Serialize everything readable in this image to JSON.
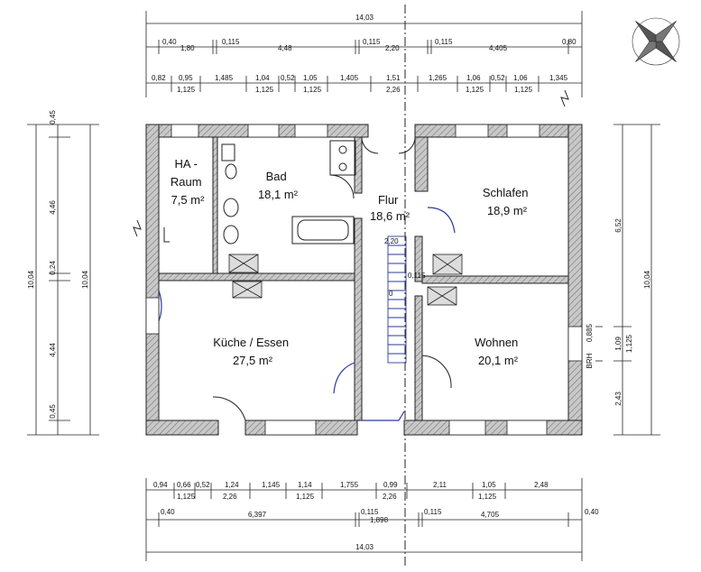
{
  "rooms": [
    {
      "id": "ha",
      "lines": [
        "HA -",
        "Raum",
        "7,5 m²"
      ]
    },
    {
      "id": "bad",
      "lines": [
        "Bad",
        "18,1 m²"
      ]
    },
    {
      "id": "flur",
      "lines": [
        "Flur",
        "18,6 m²"
      ]
    },
    {
      "id": "schlafen",
      "lines": [
        "Schlafen",
        "18,9 m²"
      ]
    },
    {
      "id": "kueche",
      "lines": [
        "Küche / Essen",
        "27,5 m²"
      ]
    },
    {
      "id": "wohnen",
      "lines": [
        "Wohnen",
        "20,1 m²"
      ]
    }
  ],
  "dimensions": {
    "top_total": "14,03",
    "top_row1": [
      "0,40",
      "1,80",
      "0,115",
      "4,48",
      "0,115",
      "2,20",
      "0,115",
      "4,405",
      "0,80"
    ],
    "top_row2": [
      "0,82",
      "0,95",
      "1,485",
      "1,04",
      "0,52",
      "1,05",
      "1,405",
      "1,51",
      "1,265",
      "1,06",
      "0,52",
      "1,06",
      "1,345"
    ],
    "top_row2_sub": [
      "1,125",
      "1,125",
      "1,125",
      "2,26",
      "1,125",
      "1,125"
    ],
    "left": [
      "0,45",
      "4,46",
      "0,24",
      "4,44",
      "0,45"
    ],
    "left_total": "10,04",
    "left_outer_total": "10,04",
    "right": [
      "6,52",
      "1,09",
      "2,43"
    ],
    "right_sub": [
      "0,885",
      "1,125"
    ],
    "right_total": "10,04",
    "brh": "BRH",
    "bottom_row1": [
      "0,94",
      "0,66",
      "0,52",
      "1,24",
      "1,145",
      "1,14",
      "1,755",
      "0,99",
      "2,11",
      "1,05",
      "2,48"
    ],
    "bottom_row1_sub": [
      "1,125",
      "2,26",
      "1,125",
      "2,26",
      "1,125"
    ],
    "bottom_row2": [
      "0,40",
      "6,397",
      "0,115",
      "1,898",
      "0,115",
      "4,705",
      "0,40"
    ],
    "bottom_total": "14,03"
  },
  "stair_labels": [
    "2,20",
    "0,115",
    "0"
  ]
}
